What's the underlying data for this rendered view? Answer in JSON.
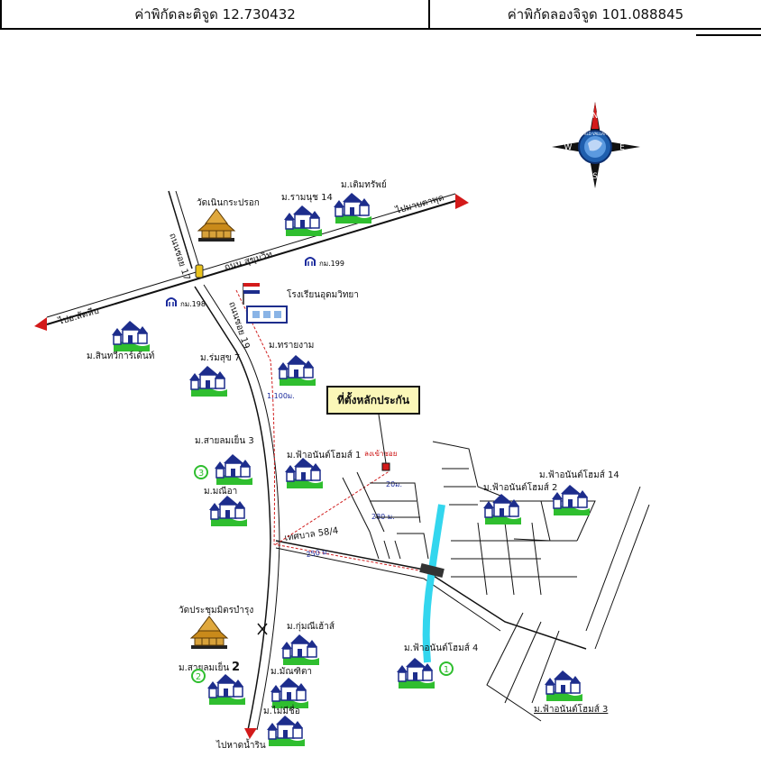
{
  "header": {
    "latitude": "ค่าพิกัดละติจูด 12.730432",
    "longitude": "ค่าพิกัดลองจิจูด 101.088845"
  },
  "compass": {
    "n": "N",
    "s": "S",
    "e": "E",
    "w": "W",
    "ring_text": "WORLD VALUATION"
  },
  "callout": "ที่ตั้งหลักประกัน",
  "roads": {
    "main": "ถนน สุขุมวิท",
    "to_chanthaburi": "ไปมาบตาพุด",
    "to_sattahip": "ไปอ.สัตหีบ",
    "soi_17": "ถนนซอย 17",
    "soi_19": "ถนนซอย 19",
    "km199": "กม.199",
    "km198": "กม.198",
    "municipal": "เทศบาล 58/4",
    "to_beach": "ไปหาดน้ำริน"
  },
  "distances": {
    "d1100": "1,100ม.",
    "d250": "250 ม.",
    "d280": "280 ม.",
    "d20": "20ม.",
    "entrance": "ลงเข้าซอย"
  },
  "places": {
    "wat1": "วัดเนินกระปรอก",
    "wat2": "วัดประชุมมิตรบำรุง",
    "school": "โรงเรียนอุดมวิทยา"
  },
  "villages": {
    "v_ramnut14": "ม.รามนุช 14",
    "v_termsap": "ม.เติมทรัพย์",
    "v_sinthawee": "ม.สินทวีการ์เด้นท์",
    "v_romsuk7": "ม.ร่มสุข 7",
    "v_saiyngam": "ม.ทรายงาม",
    "v_saiyen3": "ม.สายลมเย็น 3",
    "v_mapiya": "ม.มณีอา",
    "v_fahome1": "ม.ฟ้าอนันต์โฮมส์ 1",
    "v_fahome2": "ม.ฟ้าอนันต์โฮมส์ 2",
    "v_fahome14": "ม.ฟ้าอนันต์โฮมส์ 14",
    "v_fahome4": "ม.ฟ้าอนันต์โฮมส์ 4",
    "v_fahome3": "ม.ฟ้าอนันต์โฮมส์ 3",
    "v_kumnee": "ม.กุ่มณีเฮ้าส์",
    "v_saiyen2": "ม.สายลมเย็น",
    "v_saiyen2_num": "2",
    "v_monthida": "ม.มัณฑิตา",
    "v_maimeeduea": "ม.ไม่มีชื่อ"
  },
  "markers": {
    "m1": "1",
    "m2": "2",
    "m3": "3"
  },
  "colors": {
    "road": "#111111",
    "route": "#d12020",
    "canal": "#33d6ee",
    "grass": "#2fbe2f",
    "house_roof": "#1d2d8c",
    "temple": "#c98a1a"
  }
}
